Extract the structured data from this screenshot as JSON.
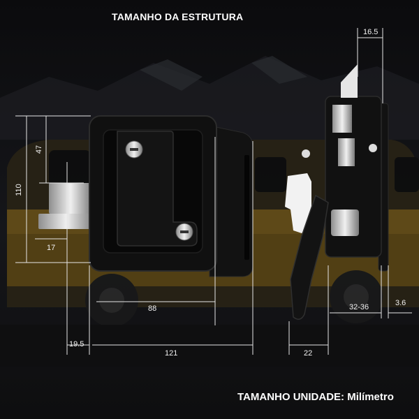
{
  "header": {
    "title": "TAMANHO DA ESTRUTURA"
  },
  "footer": {
    "unit_label": "TAMANHO UNIDADE: Milímetro"
  },
  "dimensions": {
    "front_height_total": "110",
    "front_height_upper": "47",
    "latch_offset": "17",
    "face_width": "88",
    "latch_protrusion": "19.5",
    "overall_width": "121",
    "side_depth_top": "16.5",
    "side_depth": "32-36",
    "side_plate": "3.6",
    "handle_depth": "22"
  },
  "colors": {
    "background": "#0b0b0c",
    "lock_body": "#111111",
    "dimension_line": "#e6e6e6",
    "text": "#ffffff",
    "van_yellow": "#6b5318"
  }
}
